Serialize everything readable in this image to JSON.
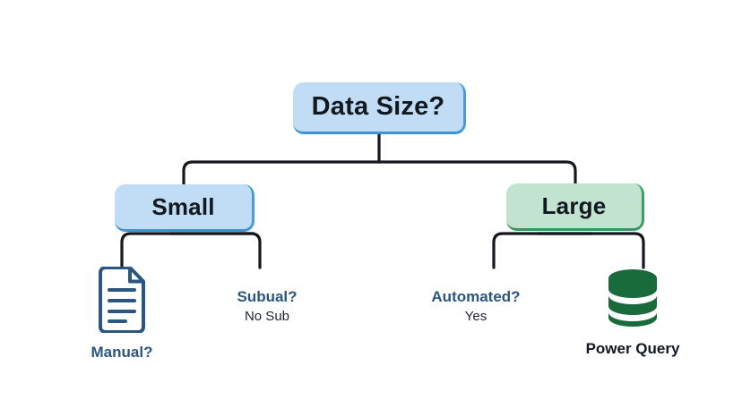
{
  "diagram": {
    "type": "decision-tree-flowchart",
    "background_color": "#ffffff",
    "edge_color": "#14181d",
    "nodes": {
      "root": {
        "label": "Data Size?",
        "fill": "#c1dcf5",
        "accent": "#4a9bd4",
        "text_color": "#111820"
      },
      "small": {
        "label": "Small",
        "fill": "#c1dcf5",
        "accent": "#4a9bd4",
        "text_color": "#111820"
      },
      "large": {
        "label": "Large",
        "fill": "#c3e3d1",
        "accent": "#3f9c63",
        "text_color": "#111820"
      }
    },
    "leaves": {
      "manual": {
        "icon": "document-icon",
        "icon_color": "#2b567f",
        "label": "Manual?",
        "label_color": "#2b567f"
      },
      "subual": {
        "label": "Subual?",
        "label_color": "#2b567f",
        "sublabel": "No Sub",
        "sublabel_color": "#1d2430"
      },
      "automated": {
        "label": "Automated?",
        "label_color": "#2b567f",
        "sublabel": "Yes",
        "sublabel_color": "#1d2430"
      },
      "power_query": {
        "icon": "database-icon",
        "icon_color": "#1a6b3c",
        "label": "Power Query",
        "label_color": "#111820"
      }
    }
  }
}
